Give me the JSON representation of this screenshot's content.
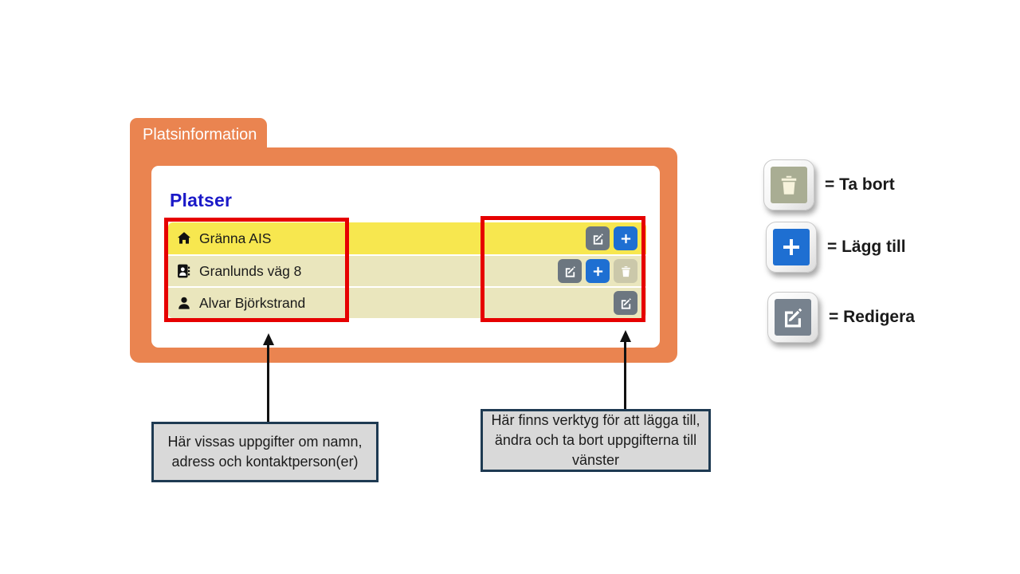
{
  "panel": {
    "tab": "Platsinformation",
    "heading": "Platser",
    "rows": [
      {
        "icon": "home",
        "label": "Gränna AIS",
        "highlighted": true,
        "buttons": [
          "edit",
          "add"
        ]
      },
      {
        "icon": "address-book",
        "label": "Granlunds väg 8",
        "highlighted": false,
        "buttons": [
          "edit",
          "add",
          "delete-disabled"
        ]
      },
      {
        "icon": "person",
        "label": "Alvar Björkstrand",
        "highlighted": false,
        "buttons": [
          "edit"
        ]
      }
    ]
  },
  "legend": {
    "items": [
      {
        "icon": "trash-icon",
        "label": "= Ta bort"
      },
      {
        "icon": "plus-icon",
        "label": "= Lägg till"
      },
      {
        "icon": "edit-icon",
        "label": "= Redigera"
      }
    ]
  },
  "callouts": {
    "left": {
      "lines": [
        "Här vissas uppgifter om namn,",
        "adress och kontaktperson(er)"
      ]
    },
    "right": {
      "lines": [
        "Här finns verktyg för att lägga till,",
        "ändra och ta bort uppgifterna till",
        "vänster"
      ]
    }
  },
  "colors": {
    "orange": "#EA8450",
    "row_highlight": "#F7E74F",
    "row_normal": "#EAE6BD",
    "heading_blue": "#1B19C8",
    "annotation_red": "#E60000",
    "button_gray": "#6C7680",
    "button_blue": "#1E6FD2",
    "button_trash_disabled": "#CBC8AA",
    "legend_trash_bg": "#A9AD93",
    "legend_trash_glyph": "#F7F3DC",
    "callout_bg": "#D9D9D9",
    "callout_border": "#1E3A52"
  }
}
